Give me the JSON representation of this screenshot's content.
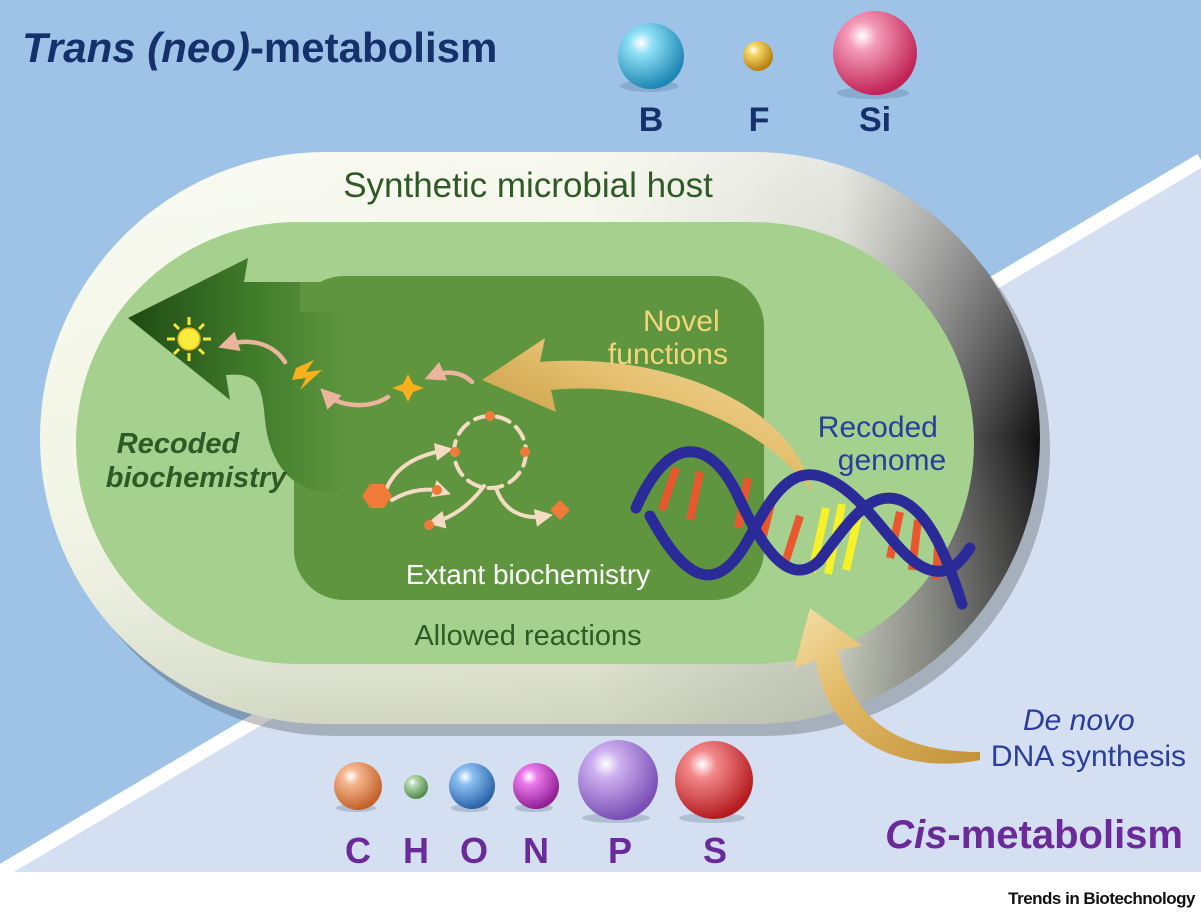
{
  "title_trans": {
    "italic": "Trans (neo)",
    "rest": "-metabolism"
  },
  "title_cis": {
    "italic": "Cis",
    "rest": "-metabolism"
  },
  "trans_elements": [
    {
      "symbol": "B",
      "color": "#3fb6dc"
    },
    {
      "symbol": "F",
      "color": "#e8b02a"
    },
    {
      "symbol": "Si",
      "color": "#e6507e"
    }
  ],
  "cis_elements": [
    {
      "symbol": "C",
      "color": "#e78a55"
    },
    {
      "symbol": "H",
      "color": "#7fb07a"
    },
    {
      "symbol": "O",
      "color": "#4c8fd0"
    },
    {
      "symbol": "N",
      "color": "#c935c9"
    },
    {
      "symbol": "P",
      "color": "#a77ad6"
    },
    {
      "symbol": "S",
      "color": "#df3d3d"
    }
  ],
  "labels": {
    "host": "Synthetic microbial host",
    "novel_functions": [
      "Novel",
      "functions"
    ],
    "recoded_biochemistry": [
      "Recoded",
      "biochemistry"
    ],
    "recoded_genome": [
      "Recoded",
      "genome"
    ],
    "extant": "Extant biochemistry",
    "allowed": "Allowed reactions",
    "de_novo": {
      "italic": "De novo",
      "rest": "DNA synthesis"
    }
  },
  "footer": "Trends in Biotechnology",
  "colors": {
    "trans_bg": "#9ec3e6",
    "cis_bg": "#d4e0f2",
    "trans_text": "#16306b",
    "cis_text": "#6a2a99",
    "cytoplasm": "#a6d08e",
    "core": "#5e953e",
    "gold": "#d9ad4c",
    "dna_backbone": "#2a2b98"
  }
}
